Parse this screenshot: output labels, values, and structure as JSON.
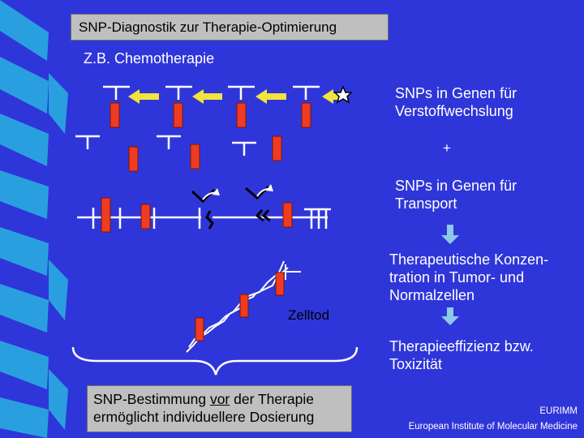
{
  "title": "SNP-Diagnostik zur Therapie-Optimierung",
  "subtitle": "Z.B. Chemotherapie",
  "right_column": {
    "metabolism": "SNPs in Genen für\nVerstoffwechslung",
    "plus": "+",
    "transport": "SNPs in Genen für\nTransport",
    "concentration": "Therapeutische Konzen-\ntration in Tumor- und\nNormalzellen",
    "efficacy": "Therapieeffizienz bzw.\nToxizität"
  },
  "cell_death_label": "Zelltod",
  "bottom_box": {
    "line1_before": "SNP-Bestimmung ",
    "line1_underlined": "vor",
    "line1_after": " der Therapie",
    "line2": "ermöglicht individuellere Dosierung"
  },
  "footer": {
    "org_short": "EURIMM",
    "org_full": "European Institute of Molecular Medicine"
  },
  "colors": {
    "background": "#2f36d9",
    "stripe": "#2a9fe0",
    "box": "#bfbfbf",
    "snp_marker": "#ee3b22",
    "metabolism_arrow": "#f2e43d",
    "flow_arrow": "#8ec8e8"
  }
}
